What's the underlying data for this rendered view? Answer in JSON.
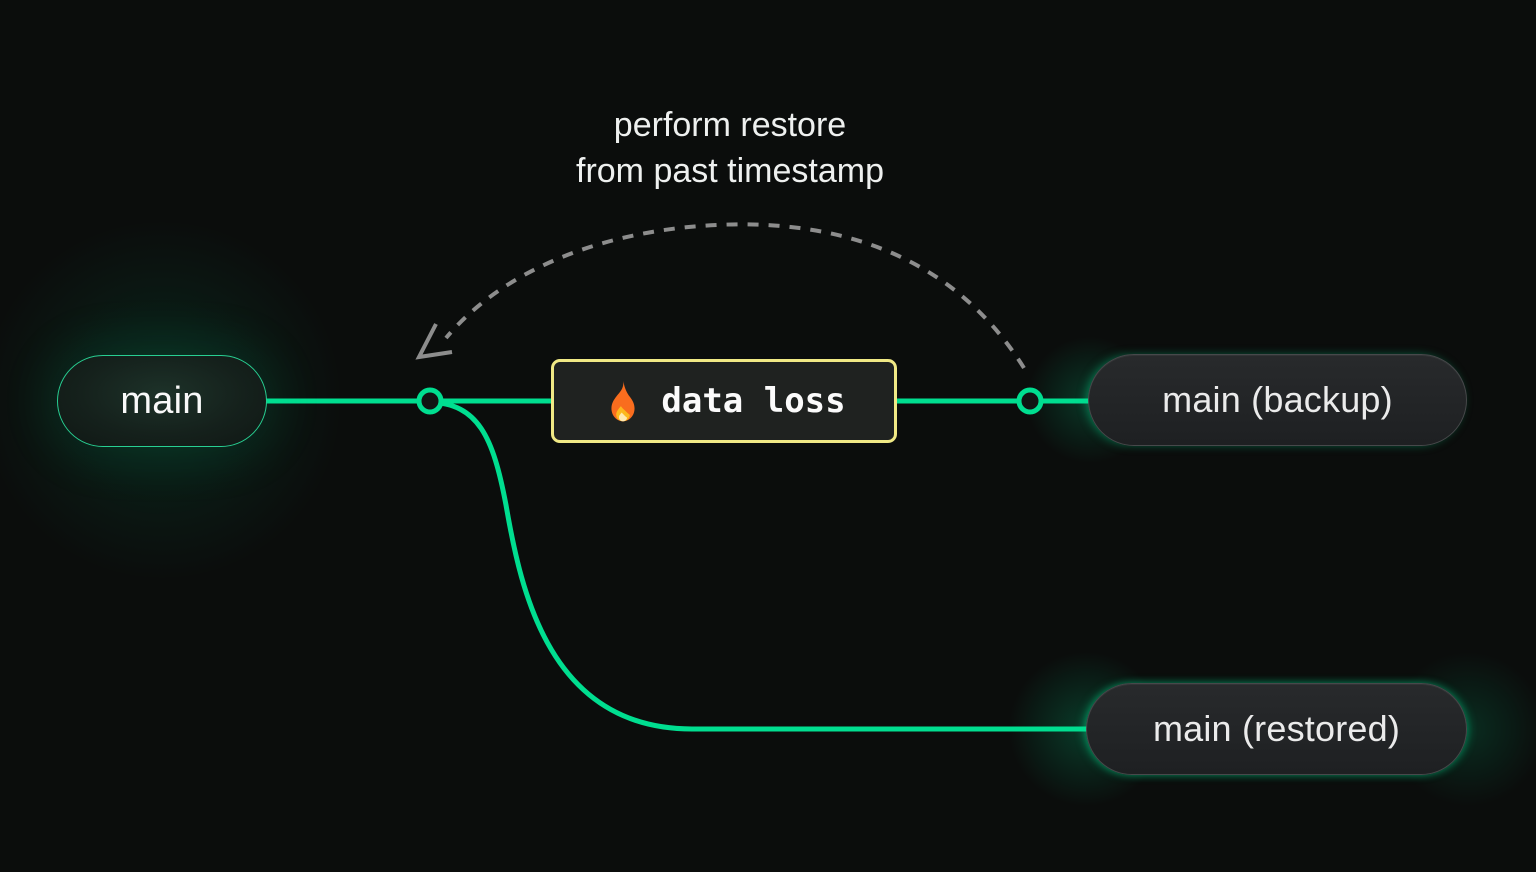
{
  "colors": {
    "background": "#0b0d0c",
    "branch_green": "#00de90",
    "node_border": "#47494b",
    "node_bg": "#232627",
    "event_border": "#f0e985",
    "event_bg": "#1f2220",
    "dashed_arrow": "#8d8d8d",
    "text_primary": "#f2f2f2"
  },
  "annotation": {
    "line1": "perform restore",
    "line2": "from past timestamp"
  },
  "nodes": {
    "main": {
      "label": "main"
    },
    "backup": {
      "label": "main (backup)"
    },
    "restored": {
      "label": "main (restored)"
    }
  },
  "event_box": {
    "label": "data loss",
    "icon": "fire-icon"
  }
}
